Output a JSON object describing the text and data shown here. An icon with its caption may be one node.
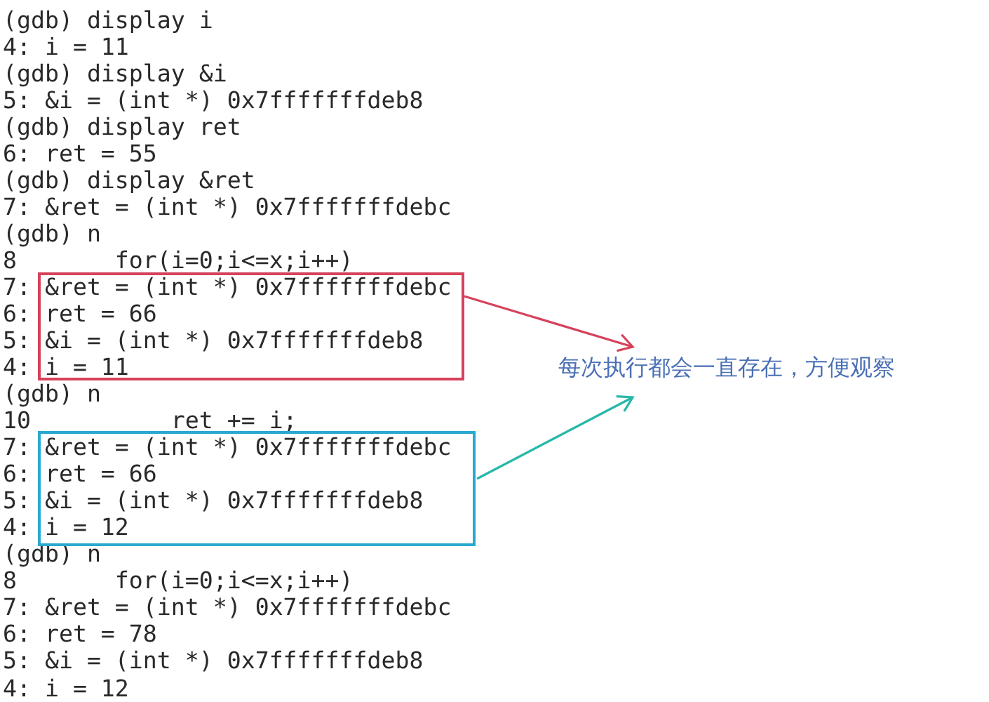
{
  "diagram": {
    "nodes": [
      {
        "text": [],
        "shape": "box"
      },
      {
        "text": [
          "每次执行都会一直存在，方便观察"
        ]
      },
      {
        "text": [],
        "shape": "box"
      }
    ],
    "edges": [
      {
        "from": 0,
        "to": 1,
        "arrow": "to",
        "color": "#d6425a"
      },
      {
        "from": 2,
        "to": 1,
        "arrow": "to",
        "color": "#26b8a8"
      }
    ],
    "labels": [
      "(gdb) display i",
      "4: i = 11",
      "(gdb) display &i",
      "5: &i = (int *) 0x7fffffffdeb8",
      "(gdb) display ret",
      "6: ret = 55",
      "(gdb) display &ret",
      "7: &ret = (int *) 0x7fffffffdebc",
      "(gdb) n",
      "8       for(i=0;i<=x;i++)",
      "7: &ret = (int *) 0x7fffffffdebc",
      "6: ret = 66",
      "5: &i = (int *) 0x7fffffffdeb8",
      "4: i = 11",
      "(gdb) n",
      "10          ret += i;",
      "7: &ret = (int *) 0x7fffffffdebc",
      "6: ret = 66",
      "5: &i = (int *) 0x7fffffffdeb8",
      "4: i = 12",
      "(gdb) n",
      "8       for(i=0;i<=x;i++)",
      "7: &ret = (int *) 0x7fffffffdebc",
      "6: ret = 78",
      "5: &i = (int *) 0x7fffffffdeb8",
      "4: i = 12"
    ]
  }
}
